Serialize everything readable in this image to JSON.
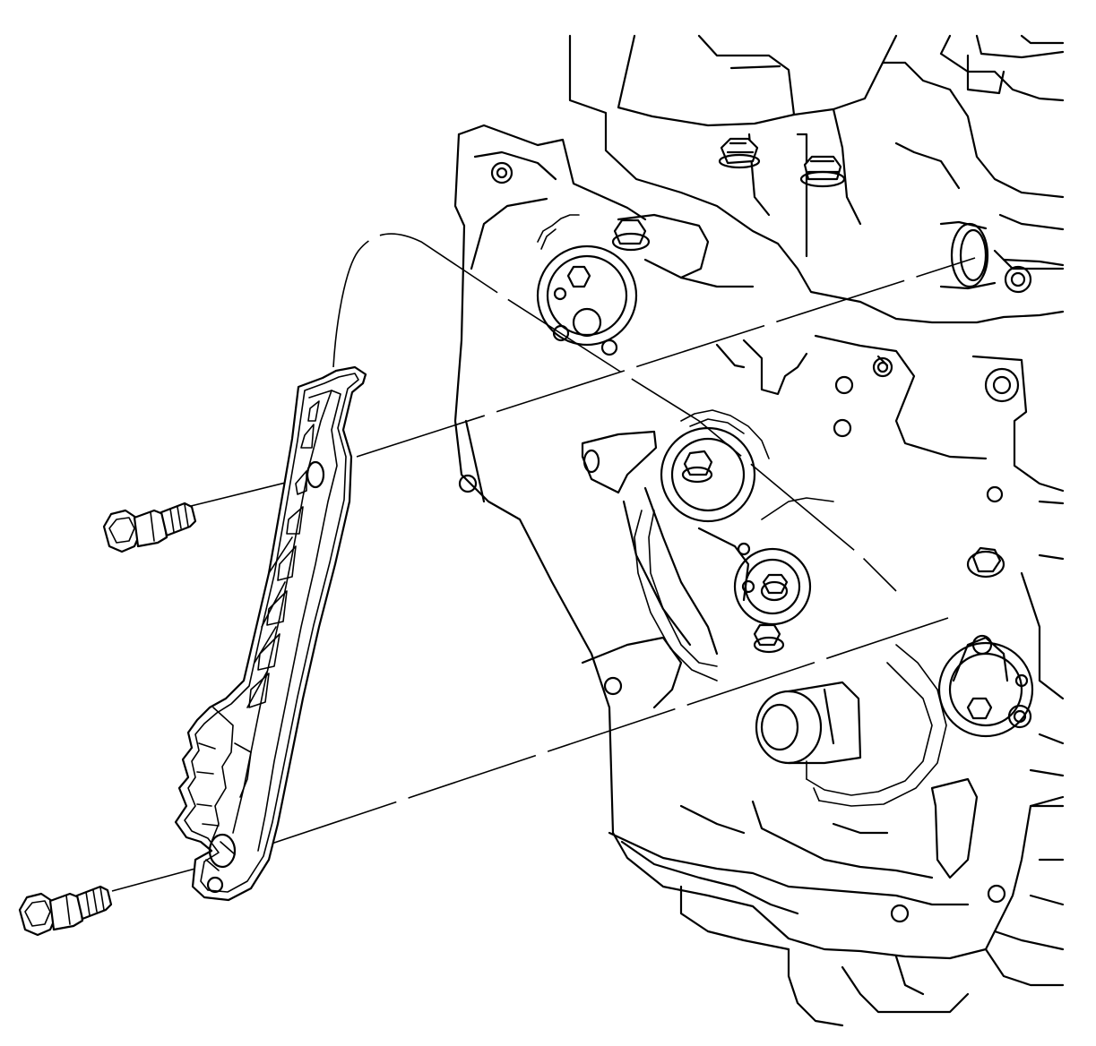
{
  "figure": {
    "kind": "exploded-view line drawing",
    "colors": {
      "ink": "#000000",
      "paper": "#ffffff"
    },
    "parts": [
      {
        "name": "engine-block-front-timing-area",
        "icon": "engine-block-icon"
      },
      {
        "name": "timing-chain-guide",
        "icon": "chain-guide-icon"
      },
      {
        "name": "upper-guide-bolt",
        "icon": "bolt-icon"
      },
      {
        "name": "lower-guide-bolt",
        "icon": "bolt-icon"
      }
    ]
  }
}
